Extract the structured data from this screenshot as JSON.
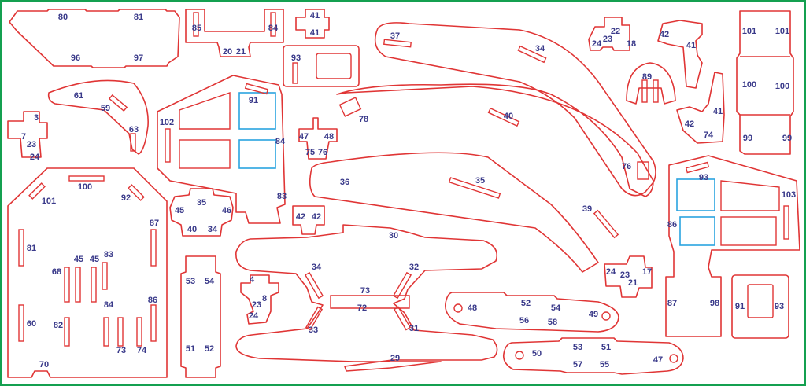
{
  "labels": {
    "l80": "80",
    "l81": "81",
    "l96": "96",
    "l97": "97",
    "l85a": "85",
    "l84a": "84",
    "l20": "20",
    "l21": "21",
    "l41a": "41",
    "l41b": "41",
    "l93a": "93",
    "l37": "37",
    "l34a": "34",
    "l22": "22",
    "l23a": "23",
    "l24a": "24",
    "l18": "18",
    "l42a": "42",
    "l41c": "41",
    "l101a": "101",
    "l101b": "101",
    "l100a": "100",
    "l100b": "100",
    "l99a": "99",
    "l99b": "99",
    "l61": "61",
    "l59": "59",
    "l63": "63",
    "l3": "3",
    "l7": "7",
    "l23b": "23",
    "l24b": "24",
    "l91a": "91",
    "l102": "102",
    "l84b": "84",
    "l83a": "83",
    "l47": "47",
    "l48": "48",
    "l75": "75",
    "l76a": "76",
    "l78": "78",
    "l40": "40",
    "l89": "89",
    "l41d": "41",
    "l42b": "42",
    "l74a": "74",
    "l76b": "76",
    "l93b": "93",
    "l103": "103",
    "l86a": "86",
    "l36": "36",
    "l35a": "35",
    "l39": "39",
    "l100c": "100",
    "l101c": "101",
    "l92": "92",
    "l35b": "35",
    "l45a": "45",
    "l46": "46",
    "l40b": "40",
    "l34b": "34",
    "l42c": "42",
    "l42d": "42",
    "l30": "30",
    "l87a": "87",
    "l81b": "81",
    "l68": "68",
    "l45b": "45",
    "l45c": "45",
    "l83b": "83",
    "l84c": "84",
    "l86b": "86",
    "l60": "60",
    "l82": "82",
    "l73a": "73",
    "l74b": "74",
    "l70": "70",
    "l53a": "53",
    "l54a": "54",
    "l51a": "51",
    "l52a": "52",
    "l4": "4",
    "l8": "8",
    "l23c": "23",
    "l24c": "24",
    "l34c": "34",
    "l32": "32",
    "l73b": "73",
    "l72": "72",
    "l33": "33",
    "l31": "31",
    "l29": "29",
    "l48b": "48",
    "l52b": "52",
    "l54b": "54",
    "l56": "56",
    "l58": "58",
    "l49": "49",
    "l50": "50",
    "l53b": "53",
    "l51b": "51",
    "l57": "57",
    "l55": "55",
    "l47b": "47",
    "l24d": "24",
    "l23d": "23",
    "l21b": "21",
    "l17": "17",
    "l87b": "87",
    "l98": "98",
    "l91b": "91",
    "l93c": "93"
  }
}
